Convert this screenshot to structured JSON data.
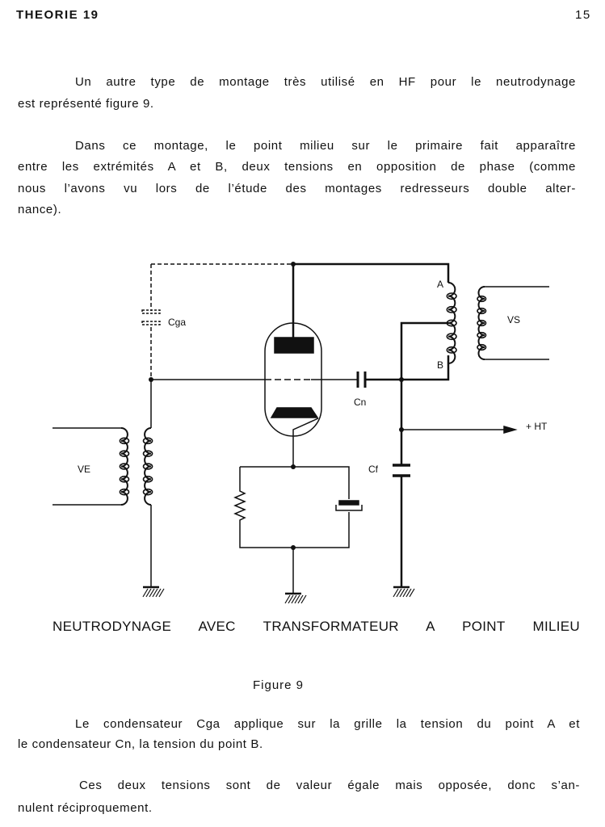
{
  "header": {
    "title": "THEORIE 19",
    "page_number": "15"
  },
  "paragraphs": [
    {
      "lines": [
        "Un autre type de montage très utilisé en HF pour le neutrodynage",
        "est représenté figure 9."
      ]
    },
    {
      "lines": [
        "Dans ce montage, le point milieu sur le primaire fait apparaître",
        "entre les extrémités A et B, deux tensions en opposition de phase (comme",
        "nous l’avons vu lors de l’étude des montages redresseurs double alter-",
        "nance)."
      ]
    },
    {
      "lines": [
        "Le condensateur Cga applique sur la grille la tension du point A et",
        "le condensateur Cn, la tension du point B."
      ]
    },
    {
      "lines": [
        "Ces deux tensions sont de valeur égale mais opposée, donc s’an-",
        "nulent réciproquement."
      ]
    }
  ],
  "figure": {
    "caption": "NEUTRODYNAGE AVEC TRANSFORMATEUR A POINT MILIEU",
    "number": "Figure 9",
    "labels": {
      "cga": "Cga",
      "cn": "Cn",
      "cf": "Cf",
      "a": "A",
      "b": "B",
      "vs": "VS",
      "ve": "VE",
      "ht": "+ HT"
    }
  }
}
